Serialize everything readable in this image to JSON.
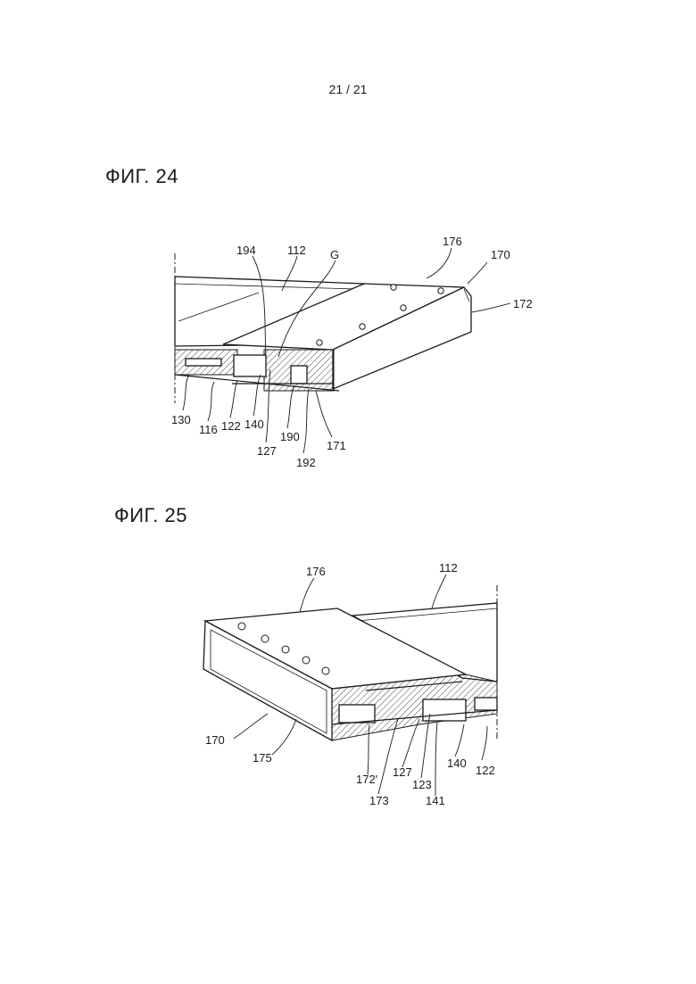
{
  "page": {
    "number": "21 / 21"
  },
  "figures": [
    {
      "title": "ФИГ. 24",
      "labels": [
        "194",
        "112",
        "G",
        "176",
        "170",
        "172",
        "130",
        "116",
        "122",
        "140",
        "127",
        "190",
        "192",
        "171"
      ]
    },
    {
      "title": "ФИГ. 25",
      "labels": [
        "176",
        "112",
        "170",
        "175",
        "172'",
        "127",
        "173",
        "123",
        "141",
        "140",
        "122"
      ]
    }
  ]
}
